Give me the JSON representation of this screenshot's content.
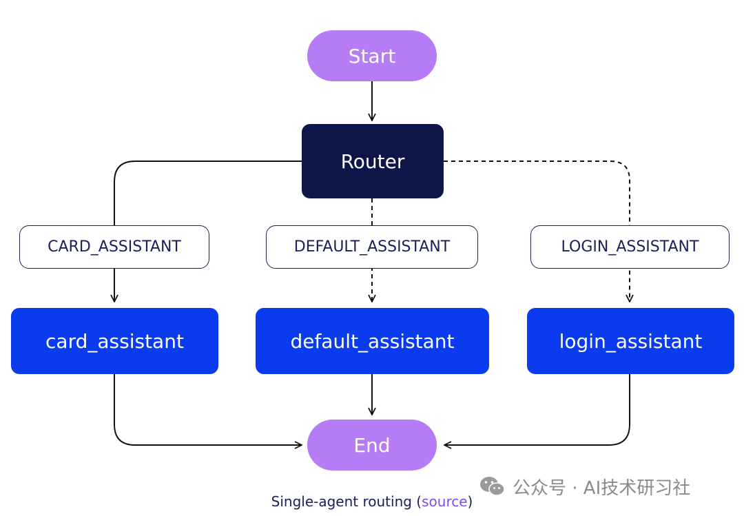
{
  "nodes": {
    "start": "Start",
    "router": "Router",
    "end": "End"
  },
  "edge_labels": {
    "card": "CARD_ASSISTANT",
    "default": "DEFAULT_ASSISTANT",
    "login": "LOGIN_ASSISTANT"
  },
  "assistants": {
    "card": "card_assistant",
    "default": "default_assistant",
    "login": "login_assistant"
  },
  "caption": {
    "text": "Single-agent routing",
    "open_paren": " (",
    "link": "source",
    "close_paren": ")"
  },
  "watermark": {
    "text": "公众号 · AI技术研习社",
    "icon": "wechat-icon"
  },
  "colors": {
    "start_end": "#b57cf5",
    "router": "#0e1548",
    "assistant": "#0a3bef",
    "label_border": "#1b1f58",
    "link": "#7b4df0"
  }
}
